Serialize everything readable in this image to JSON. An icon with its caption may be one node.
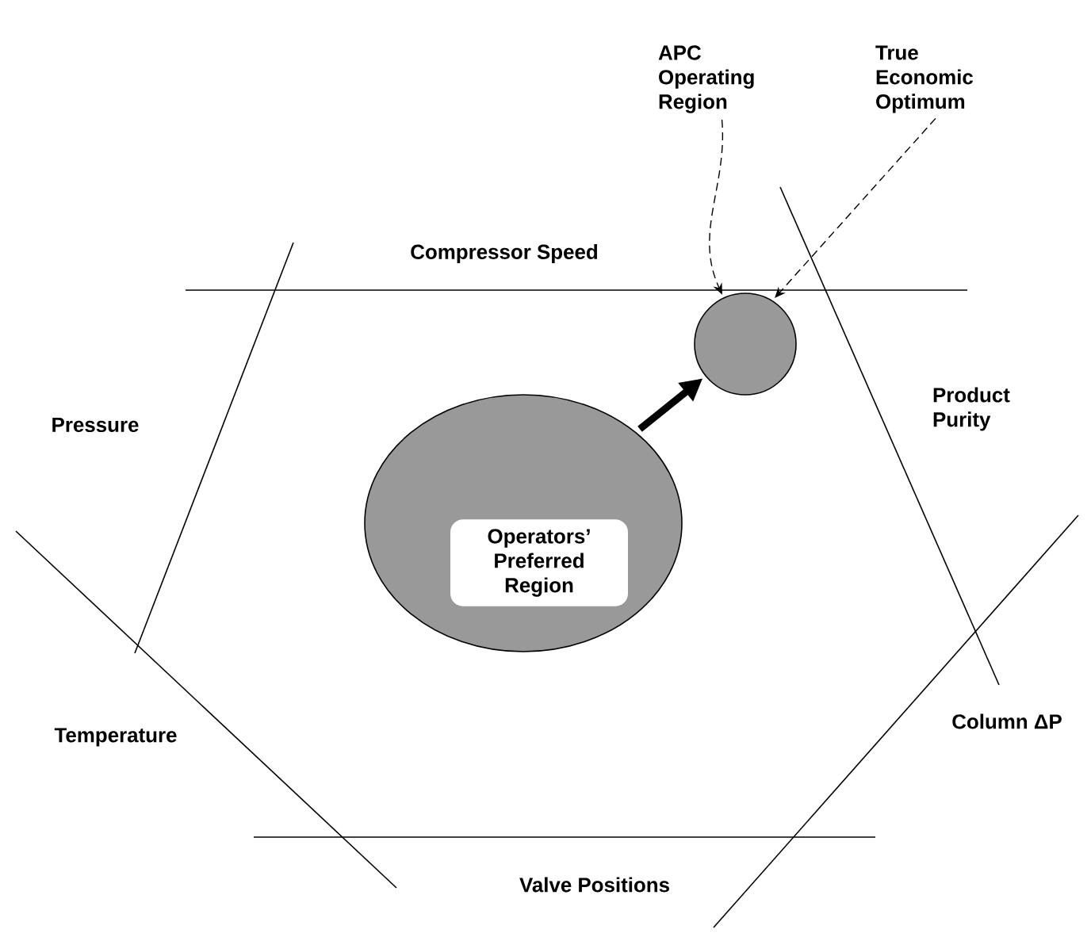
{
  "diagram": {
    "nodes": [
      {
        "text": [
          "APC Operating Region"
        ]
      },
      {
        "text": [
          "True Economic Optimum"
        ]
      },
      {
        "text": [],
        "shape": "circle"
      },
      {
        "text": [
          "Operators’ Preferred Region"
        ]
      }
    ],
    "edges": [
      {
        "from": 0,
        "to": 2,
        "arrow": "to",
        "style": "dashed"
      },
      {
        "from": 1,
        "to": 2,
        "arrow": "to",
        "style": "dashed"
      },
      {
        "from": 3,
        "to": 2,
        "arrow": "to",
        "style": "thick"
      }
    ],
    "labels": [
      "Compressor Speed",
      "Product Purity",
      "Pressure",
      "Temperature",
      "Column ΔP",
      "Valve Positions"
    ]
  }
}
